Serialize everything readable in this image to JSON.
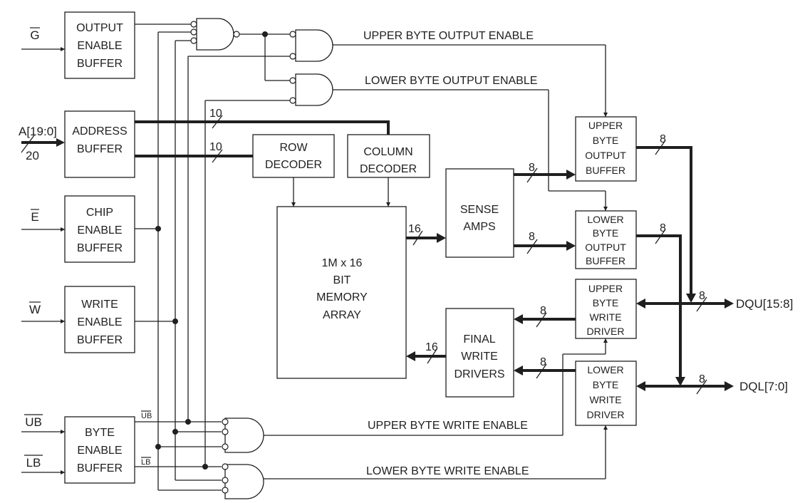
{
  "blocks": {
    "output_enable_buffer": [
      "OUTPUT",
      "ENABLE",
      "BUFFER"
    ],
    "address_buffer": [
      "ADDRESS",
      "BUFFER"
    ],
    "chip_enable_buffer": [
      "CHIP",
      "ENABLE",
      "BUFFER"
    ],
    "write_enable_buffer": [
      "WRITE",
      "ENABLE",
      "BUFFER"
    ],
    "byte_enable_buffer": [
      "BYTE",
      "ENABLE",
      "BUFFER"
    ],
    "row_decoder": [
      "ROW",
      "DECODER"
    ],
    "column_decoder": [
      "COLUMN",
      "DECODER"
    ],
    "memory_array": [
      "1M x 16",
      "BIT",
      "MEMORY",
      "ARRAY"
    ],
    "sense_amps": [
      "SENSE",
      "AMPS"
    ],
    "final_write_drivers": [
      "FINAL",
      "WRITE",
      "DRIVERS"
    ],
    "upper_byte_output_buffer": [
      "UPPER",
      "BYTE",
      "OUTPUT",
      "BUFFER"
    ],
    "lower_byte_output_buffer": [
      "LOWER",
      "BYTE",
      "OUTPUT",
      "BUFFER"
    ],
    "upper_byte_write_driver": [
      "UPPER",
      "BYTE",
      "WRITE",
      "DRIVER"
    ],
    "lower_byte_write_driver": [
      "LOWER",
      "BYTE",
      "WRITE",
      "DRIVER"
    ]
  },
  "inputs": {
    "g": "G",
    "address": "A[19:0]",
    "address_width": "20",
    "e": "E",
    "w": "W",
    "ub": "UB",
    "lb": "LB",
    "ub_internal": "UB",
    "lb_internal": "LB"
  },
  "signals": {
    "upper_byte_output_enable": "UPPER BYTE OUTPUT ENABLE",
    "lower_byte_output_enable": "LOWER BYTE OUTPUT ENABLE",
    "upper_byte_write_enable": "UPPER BYTE WRITE ENABLE",
    "lower_byte_write_enable": "LOWER BYTE WRITE ENABLE"
  },
  "bus_widths": {
    "row_address": "10",
    "column_address": "10",
    "array_to_sense": "16",
    "sense_to_upper_out": "8",
    "sense_to_lower_out": "8",
    "upper_out": "8",
    "lower_out": "8",
    "upper_write_in": "8",
    "lower_write_in": "8",
    "final_to_array": "16",
    "dqu": "8",
    "dql": "8"
  },
  "outputs": {
    "dqu": "DQU[15:8]",
    "dql": "DQL[7:0]"
  }
}
